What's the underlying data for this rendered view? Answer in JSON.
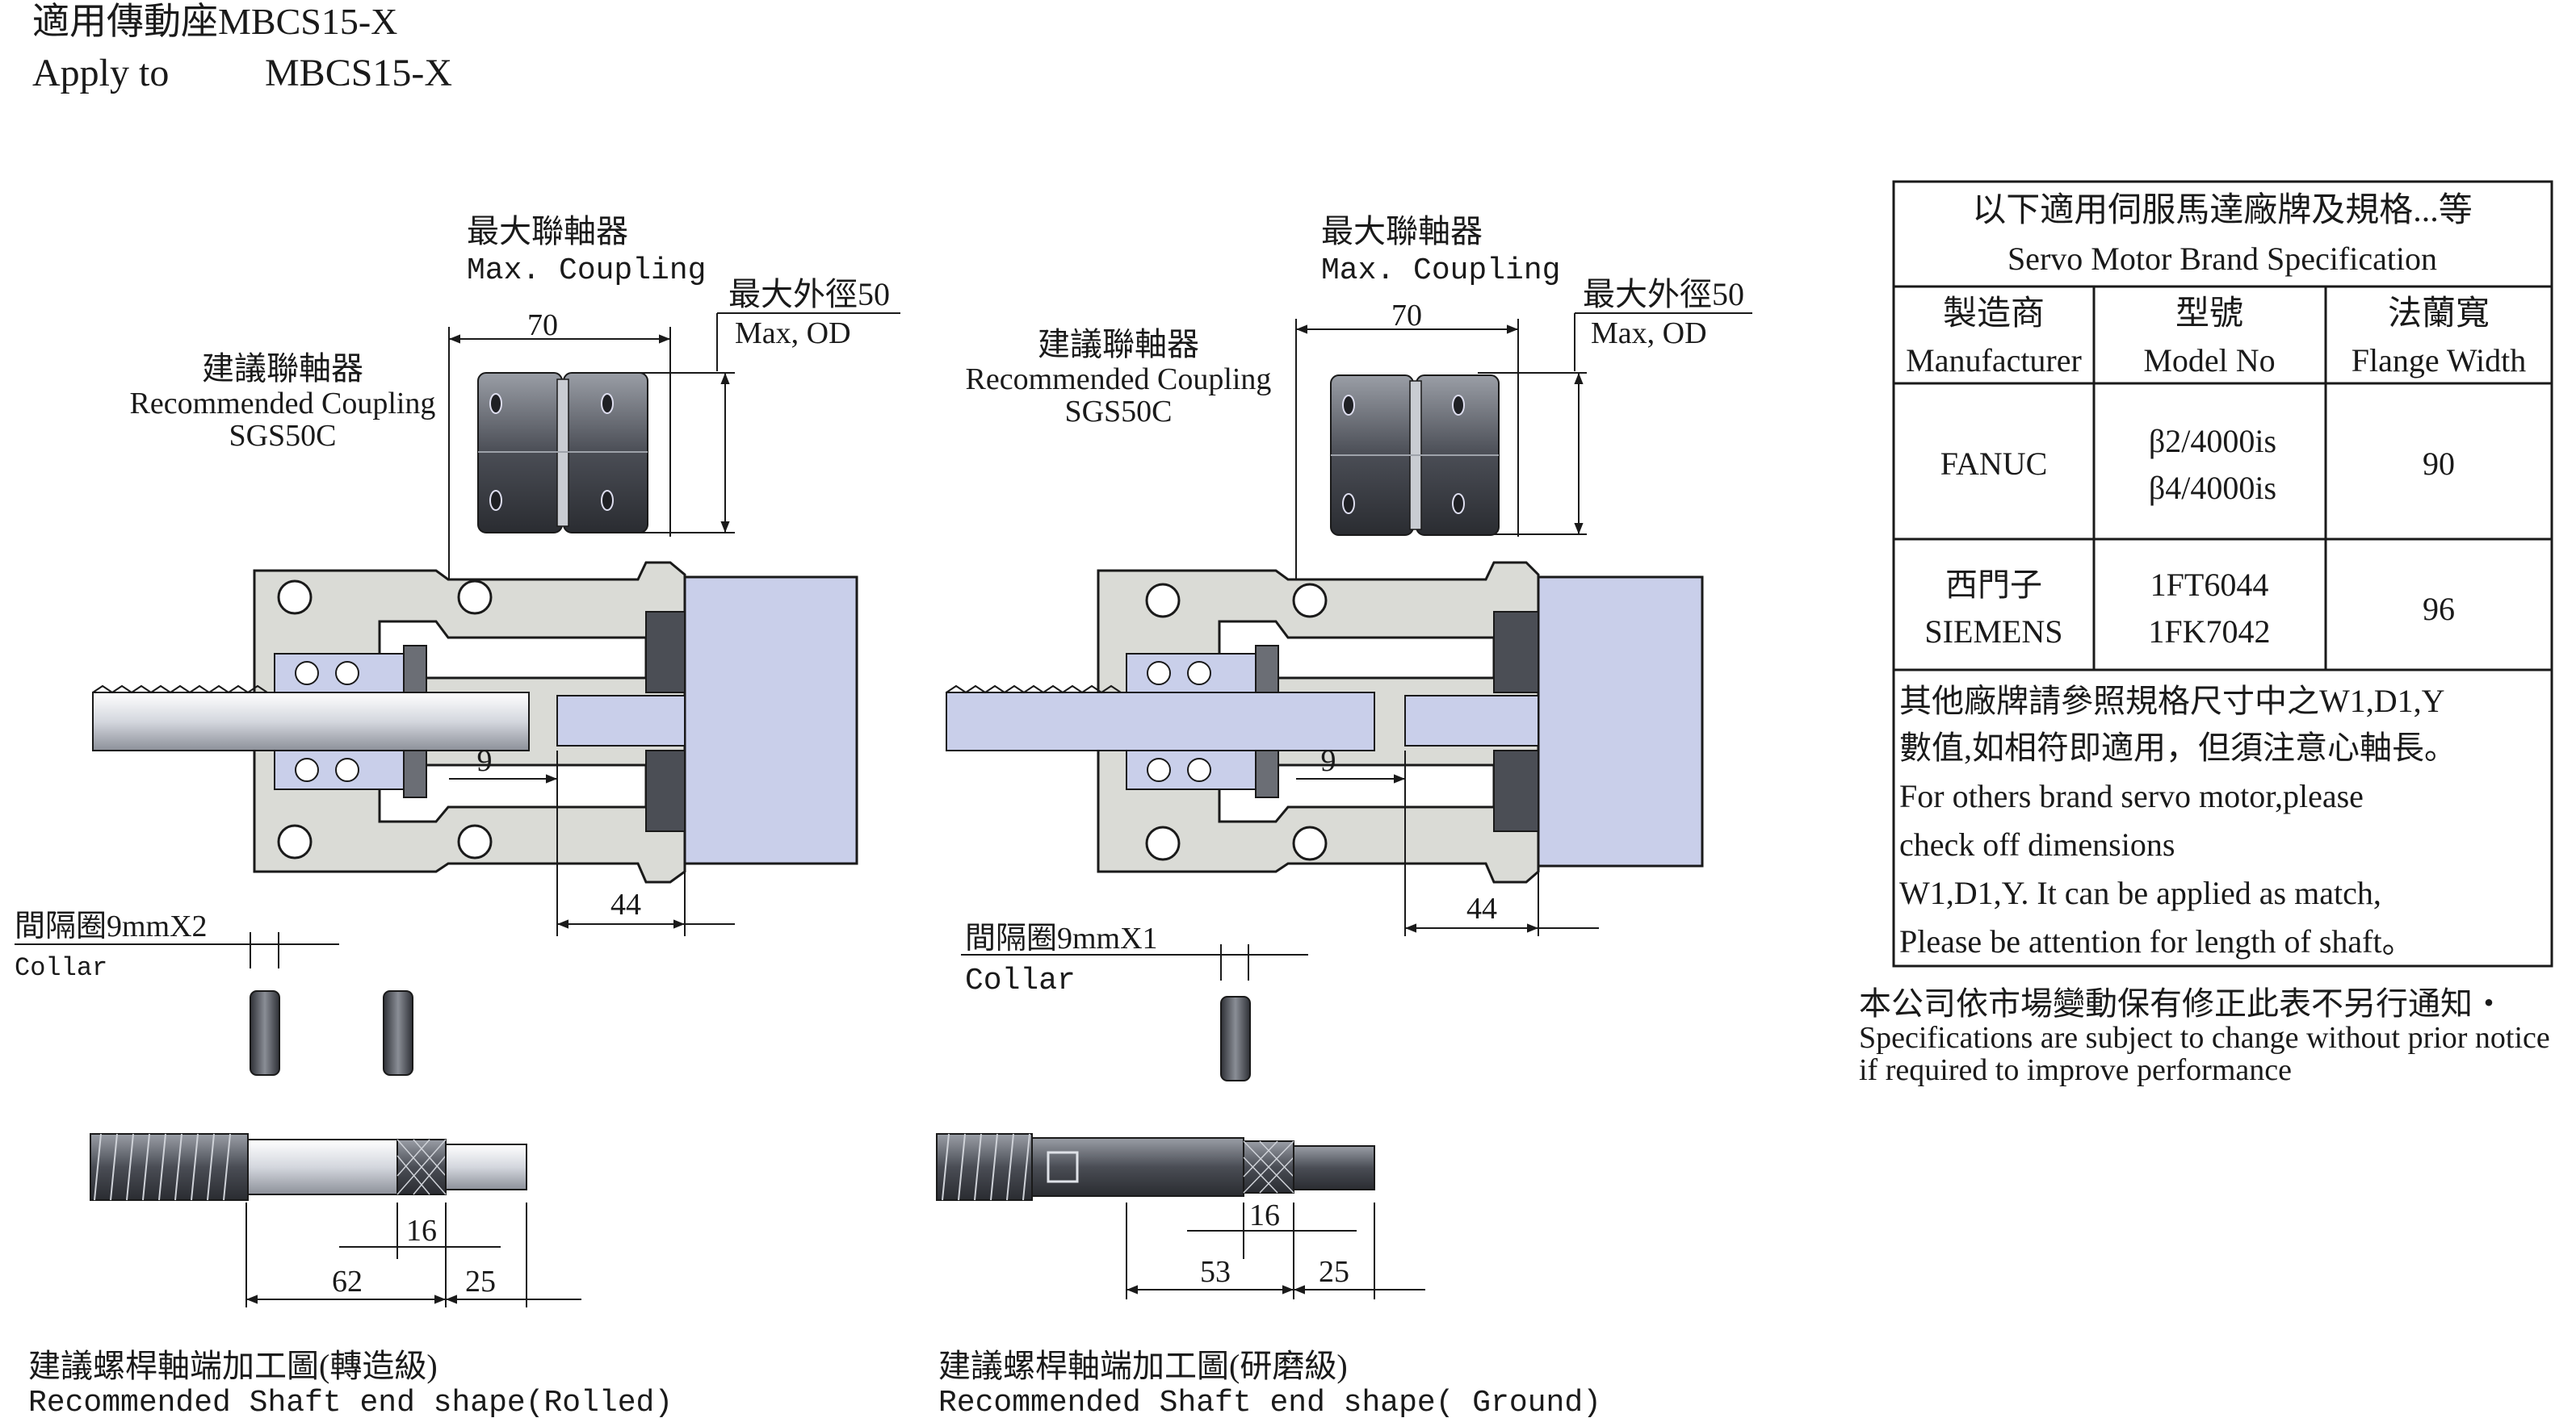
{
  "header": {
    "title_zh": "適用傳動座MBCS15-X",
    "title_en": "Apply to",
    "model": "MBCS15-X"
  },
  "assembly": {
    "max_coupling_zh": "最大聯軸器",
    "max_coupling_en": "Max.  Coupling",
    "rec_coupling_zh": "建議聯軸器",
    "rec_coupling_en": "Recommended Coupling",
    "rec_coupling_model": "SGS50C",
    "max_od_zh": "最大外徑50",
    "max_od_en": "Max, OD",
    "dim_70": "70",
    "dim_9": "9",
    "dim_44": "44"
  },
  "left": {
    "collar_zh": "間隔圈9mmX2",
    "collar_en": "Collar",
    "shaft_dims": {
      "d16": "16",
      "d62": "62",
      "d25": "25"
    },
    "caption_zh": "建議螺桿軸端加工圖(轉造級)",
    "caption_en": "Recommended Shaft end shape(Rolled)"
  },
  "right": {
    "collar_zh": "間隔圈9mmX1",
    "collar_en": "Collar",
    "shaft_dims": {
      "d16": "16",
      "d53": "53",
      "d25": "25"
    },
    "caption_zh": "建議螺桿軸端加工圖(研磨級)",
    "caption_en": "Recommended Shaft end shape( Ground)"
  },
  "spec_table": {
    "title_zh": "以下適用伺服馬達廠牌及規格...等",
    "title_en": "Servo Motor Brand Specification",
    "headers": [
      {
        "zh": "製造商",
        "en": "Manufacturer"
      },
      {
        "zh": "型號",
        "en": "Model No"
      },
      {
        "zh": "法蘭寬",
        "en": "Flange Width"
      }
    ],
    "rows": [
      {
        "maker": [
          "FANUC"
        ],
        "models": [
          "β2/4000is",
          "β4/4000is"
        ],
        "flange": "90"
      },
      {
        "maker": [
          "西門子",
          "SIEMENS"
        ],
        "models": [
          "1FT6044",
          "1FK7042"
        ],
        "flange": "96"
      }
    ],
    "notes": [
      "其他廠牌請參照規格尺寸中之W1,D1,Y",
      "數值,如相符即適用，但須注意心軸長。",
      "For others brand servo motor,please",
      "check off dimensions",
      "W1,D1,Y. It can be applied as match,",
      "Please be attention for length of shaft。"
    ]
  },
  "footnote": {
    "zh": "本公司依市場變動保有修正此表不另行通知・",
    "en1": "Specifications are subject to change without prior notice",
    "en2": " if required to improve performance"
  },
  "colors": {
    "motor": "#c9cfea",
    "housing": "#dadbd6",
    "coupling": "#5d6068",
    "line": "#1a1a1a"
  }
}
